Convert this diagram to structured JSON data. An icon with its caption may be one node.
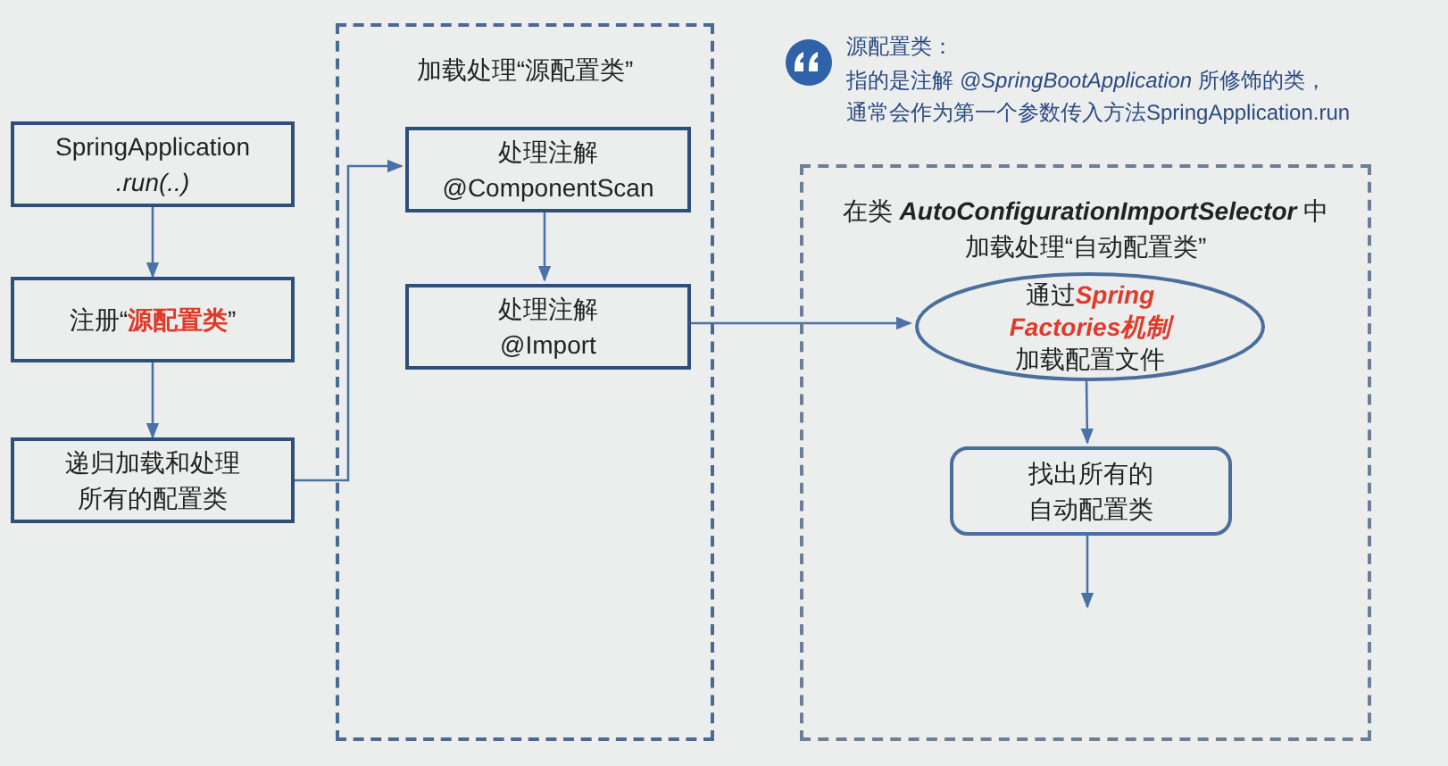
{
  "diagram": {
    "nodes": [
      {
        "text": [
          "SpringApplication *.run(..)*"
        ]
      },
      {
        "text": [
          "注册“**源配置类**”"
        ]
      },
      {
        "text": [
          "递归加载和处理所有的配置类"
        ]
      },
      {
        "text": [
          "加载处理“源配置类”"
        ]
      },
      {
        "text": [
          "处理注解 @ComponentScan"
        ],
        "in": 3
      },
      {
        "text": [
          "处理注解 @Import"
        ],
        "in": 3
      },
      {
        "text": [
          "在类 **AutoConfigurationImportSelector** 中加载处理“自动配置类”"
        ]
      },
      {
        "text": [
          "通过**Spring Factories机制**加载配置文件"
        ],
        "in": 6
      },
      {
        "text": [
          "找出所有的自动配置类"
        ],
        "in": 6
      }
    ],
    "edges": [
      {
        "from": 0,
        "to": 1,
        "arrow": "to"
      },
      {
        "from": 1,
        "to": 2,
        "arrow": "to"
      },
      {
        "from": 2,
        "to": 4,
        "arrow": "to"
      },
      {
        "from": 4,
        "to": 5,
        "arrow": "to"
      },
      {
        "from": 5,
        "to": 7,
        "arrow": "to"
      },
      {
        "from": 7,
        "to": 8,
        "arrow": "to"
      },
      {
        "from": 8,
        "to": null,
        "arrow": "to"
      }
    ],
    "labels": [
      "源配置类：",
      "指的是注解 *@SpringBootApplication* 所修饰的类，",
      "通常会作为第一个参数传入方法SpringApplication.run"
    ]
  }
}
